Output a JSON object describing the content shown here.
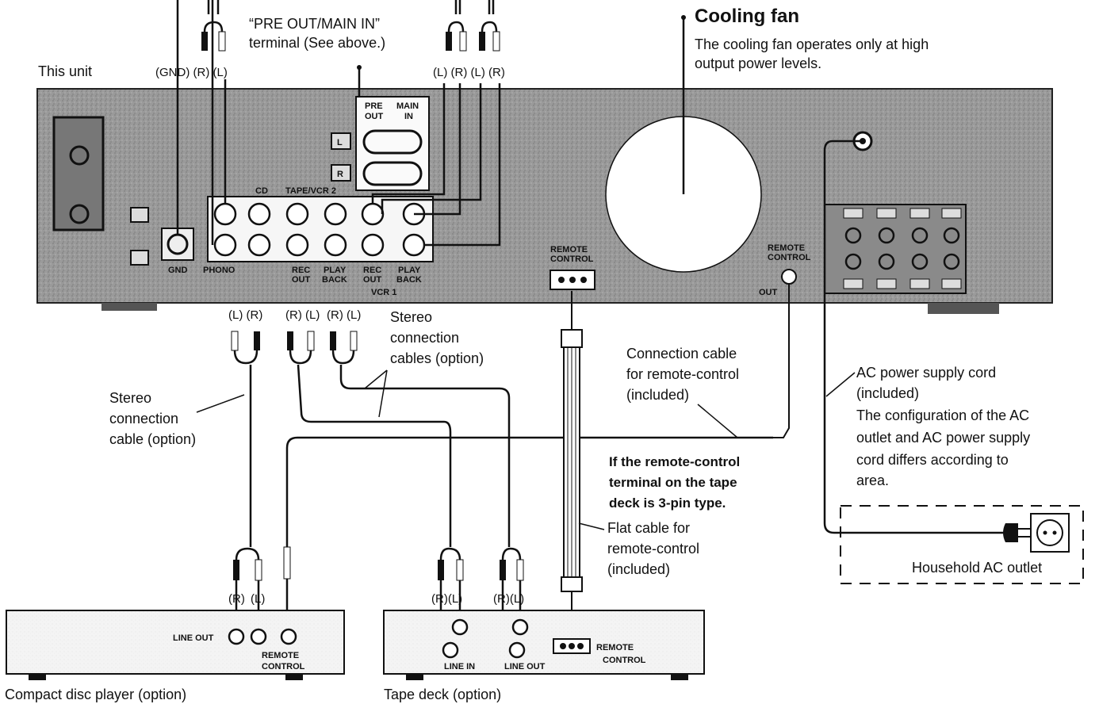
{
  "top": {
    "preout_title": "“PRE OUT/MAIN IN”",
    "preout_sub": "terminal (See above.)",
    "this_unit": "This unit",
    "gnd_r_l": "(GND) (R) (L)",
    "l_r_l_r": "(L) (R) (L) (R)"
  },
  "fan": {
    "title": "Cooling fan",
    "desc1": "The cooling fan operates only at high",
    "desc2": "output power levels."
  },
  "panel": {
    "pre_out": "PRE\nOUT",
    "main_in": "MAIN\nIN",
    "ch_l": "L",
    "ch_r": "R",
    "cd": "CD",
    "tape_vcr2": "TAPE/VCR 2",
    "gnd": "GND",
    "phono": "PHONO",
    "rec_out": "REC\nOUT",
    "play_back": "PLAY\nBACK",
    "rec_out2": "REC\nOUT",
    "play_back2": "PLAY\nBACK",
    "vcr1": "VCR 1",
    "remote_control": "REMOTE\nCONTROL",
    "remote_control2": "REMOTE\nCONTROL",
    "out": "OUT"
  },
  "labels": {
    "lr1": "(L) (R)",
    "rl1": "(R) (L)",
    "rl2": "(R) (L)",
    "stereo_cables": [
      "Stereo",
      "connection",
      "cables (option)"
    ],
    "stereo_cable": [
      "Stereo",
      "connection",
      "cable (option)"
    ],
    "remote_cable": [
      "Connection cable",
      "for remote-control",
      "(included)"
    ],
    "ac_cord": [
      "AC power supply cord",
      "(included)",
      "The configuration of the AC",
      "outlet and AC power  supply",
      "cord  differs  according  to",
      "area."
    ],
    "three_pin": [
      "If the remote-control",
      "terminal on the tape",
      "deck is 3-pin type."
    ],
    "flat_cable": [
      "Flat cable for",
      "remote-control",
      "(included)"
    ],
    "household": "Household AC outlet"
  },
  "cd_player": {
    "r": "(R)",
    "l": "(L)",
    "line_out": "LINE OUT",
    "remote": "REMOTE",
    "control": "CONTROL",
    "name": "Compact disc player (option)"
  },
  "tape_deck": {
    "rl_a": "(R)(L)",
    "rl_b": "(R)(L)",
    "line_in": "LINE IN",
    "line_out": "LINE OUT",
    "remote": "REMOTE",
    "control": "CONTROL",
    "name": "Tape deck (option)"
  }
}
